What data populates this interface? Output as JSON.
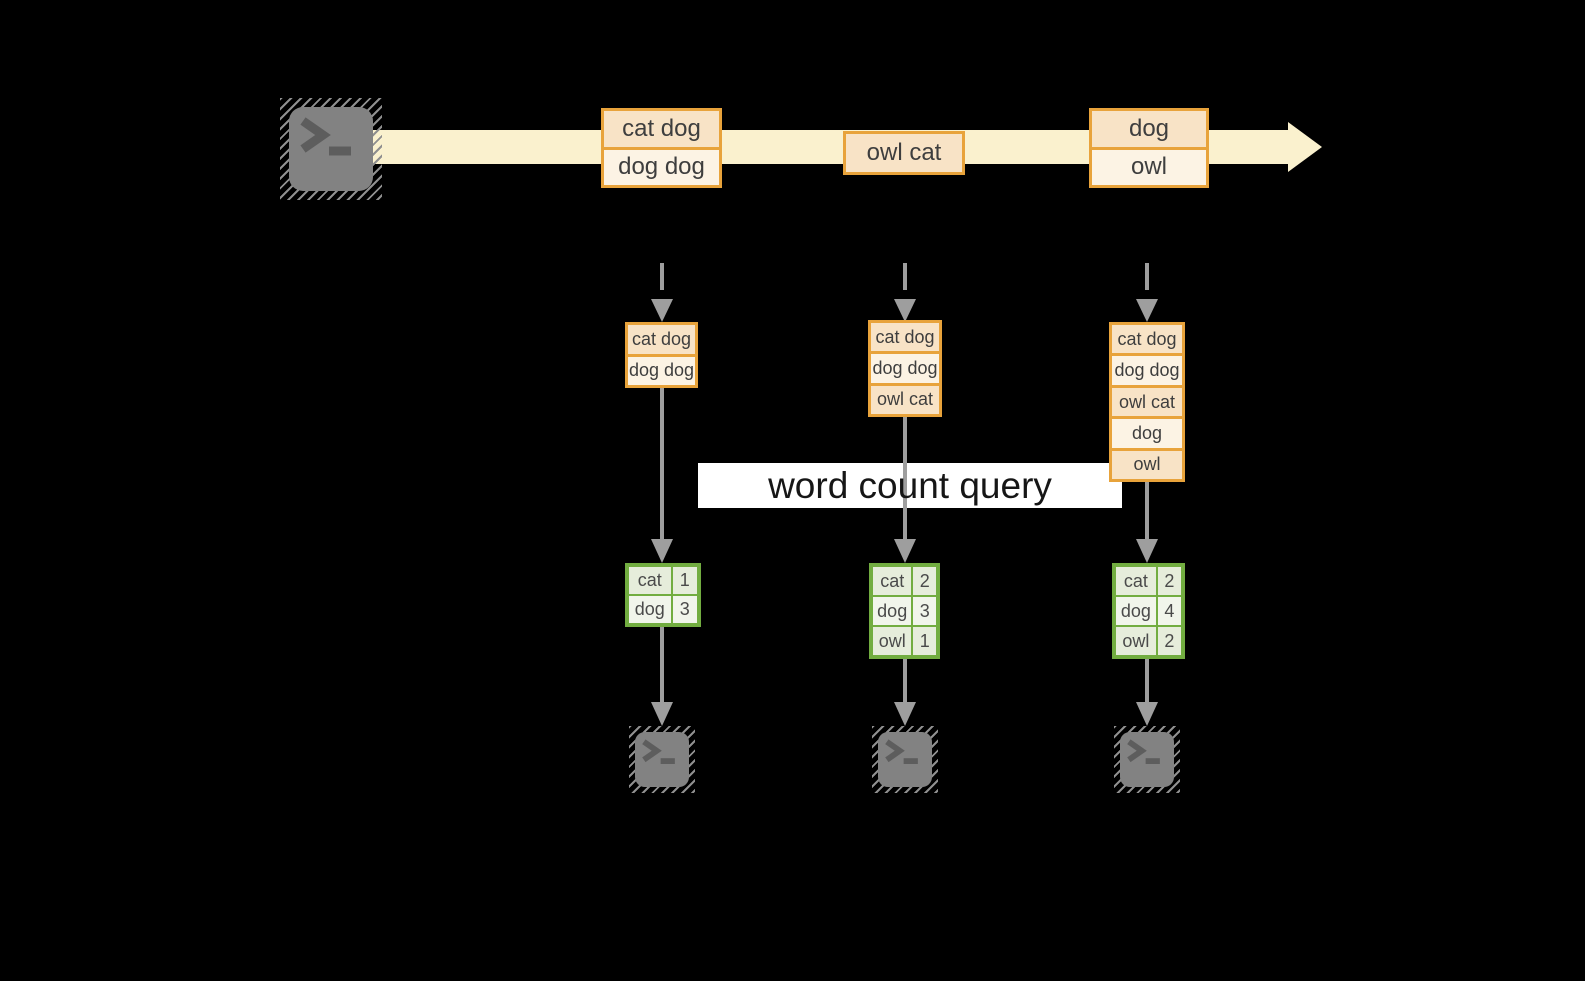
{
  "query_label": "word count query",
  "stream": {
    "source_icon": "terminal-icon",
    "batches": [
      {
        "items": [
          "cat dog",
          "dog dog"
        ]
      },
      {
        "items": [
          "owl cat"
        ]
      },
      {
        "items": [
          "dog",
          "owl"
        ]
      }
    ]
  },
  "columns": [
    {
      "accumulated": [
        "cat dog",
        "dog dog"
      ],
      "counts": [
        {
          "word": "cat",
          "value": "1"
        },
        {
          "word": "dog",
          "value": "3"
        }
      ],
      "sink_icon": "terminal-icon"
    },
    {
      "accumulated": [
        "cat dog",
        "dog dog",
        "owl cat"
      ],
      "counts": [
        {
          "word": "cat",
          "value": "2"
        },
        {
          "word": "dog",
          "value": "3"
        },
        {
          "word": "owl",
          "value": "1"
        }
      ],
      "sink_icon": "terminal-icon"
    },
    {
      "accumulated": [
        "cat dog",
        "dog dog",
        "owl cat",
        "dog",
        "owl"
      ],
      "counts": [
        {
          "word": "cat",
          "value": "2"
        },
        {
          "word": "dog",
          "value": "4"
        },
        {
          "word": "owl",
          "value": "2"
        }
      ],
      "sink_icon": "terminal-icon"
    }
  ],
  "colors": {
    "background": "#000000",
    "stream_band": "#FAF1CE",
    "orange_border": "#E8A33B",
    "cell_dark": "#F8E3C6",
    "cell_light": "#FCF3E4",
    "green_border": "#72AD40",
    "row_dark": "#E6EDDB",
    "row_light": "#F1F5EB",
    "arrow_gray": "#9E9E9E",
    "terminal_gray": "#828282",
    "query_band": "#FFFFFF"
  }
}
